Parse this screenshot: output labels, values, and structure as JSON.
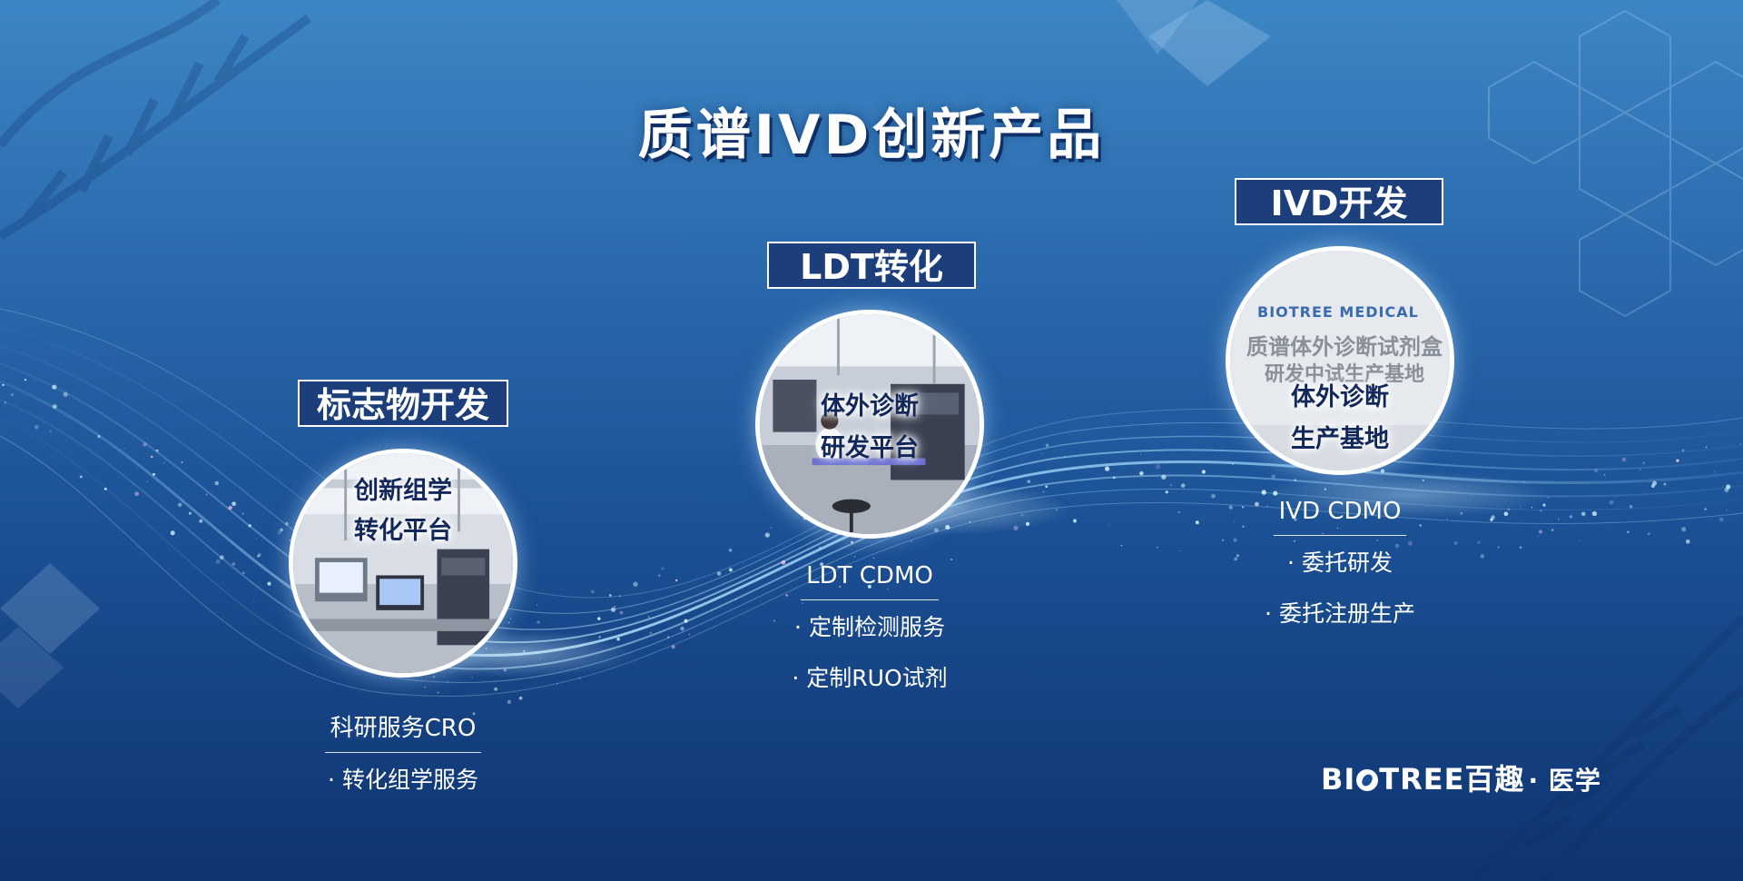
{
  "title": "质谱IVD创新产品",
  "stages": [
    {
      "label": "标志物开发",
      "circle_lines": [
        "创新组学",
        "转化平台"
      ],
      "service_title": "科研服务CRO",
      "service_items": [
        "· 转化组学服务"
      ]
    },
    {
      "label": "LDT转化",
      "circle_lines": [
        "体外诊断",
        "研发平台"
      ],
      "service_title": "LDT CDMO",
      "service_items": [
        "· 定制检测服务",
        "· 定制RUO试剂"
      ]
    },
    {
      "label": "IVD开发",
      "circle_lines": [
        "体外诊断",
        "生产基地"
      ],
      "photo_sign": {
        "brand": "BIOTREE MEDICAL",
        "line1": "质谱体外诊断试剂盒",
        "line2": "研发中试生产基地"
      },
      "service_title": "IVD CDMO",
      "service_items": [
        "· 委托研发",
        "· 委托注册生产"
      ]
    }
  ],
  "logo": {
    "brand_pre": "BI",
    "brand_post": "TREE",
    "cn": "百趣",
    "sub": "· 医学"
  },
  "colors": {
    "label_bg": "#1c3f7c",
    "text_dark": "#13285a",
    "bg_top": "#3d86c4",
    "bg_bottom": "#0f3470"
  }
}
